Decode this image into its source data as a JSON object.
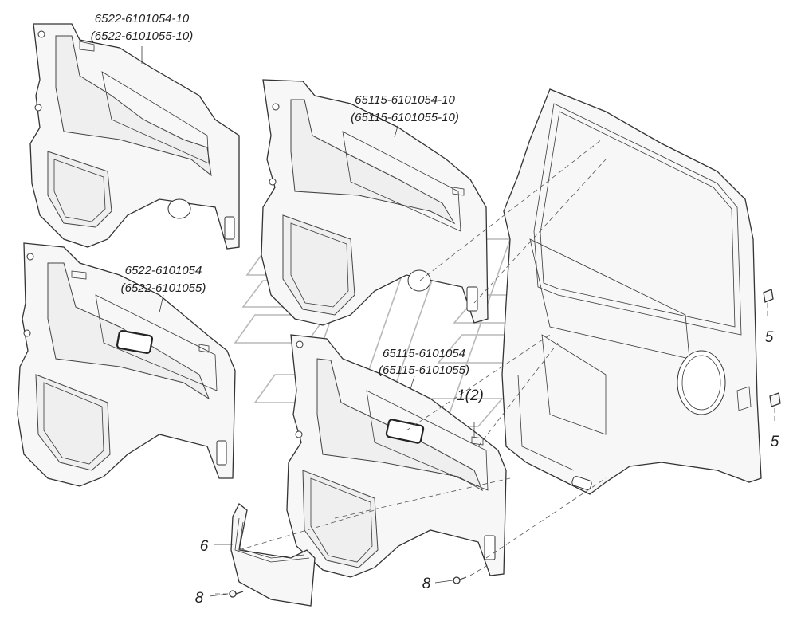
{
  "labels": {
    "panel_upper_left_a": "6522-6101054-10",
    "panel_upper_left_b": "(6522-6101055-10)",
    "panel_mid_left_a": "6522-6101054",
    "panel_mid_left_b": "(6522-6101055)",
    "panel_upper_right_a": "65115-6101054-10",
    "panel_upper_right_b": "(65115-6101055-10)",
    "panel_lower_right_a": "65115-6101054",
    "panel_lower_right_b": "(65115-6101055)",
    "item_1": "1(2)",
    "item_5_top": "5",
    "item_5_bottom": "5",
    "item_6": "6",
    "item_8_left": "8",
    "item_8_right": "8"
  }
}
